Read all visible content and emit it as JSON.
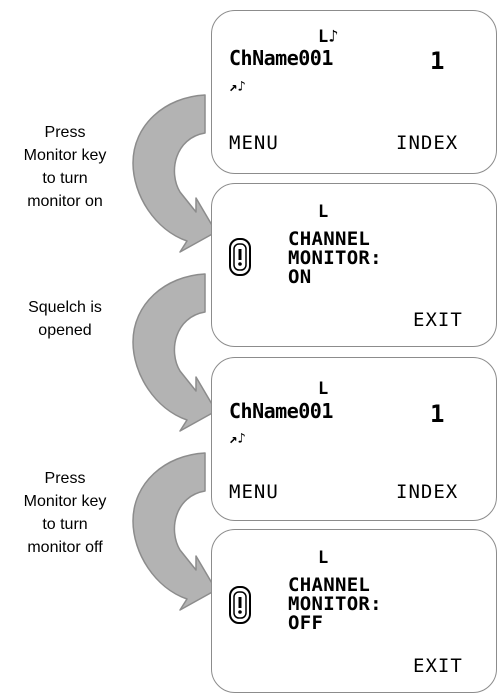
{
  "captions": {
    "step1": [
      "Press",
      "Monitor key",
      "to turn",
      "monitor on"
    ],
    "step2": [
      "Squelch is",
      "opened"
    ],
    "step3": [
      "Press",
      "Monitor key",
      "to turn",
      "monitor off"
    ]
  },
  "screen1": {
    "status_top": "L♪",
    "channel_name": "ChName001",
    "channel_number": "1",
    "status_sub": "↗♪",
    "left_softkey": "MENU",
    "right_softkey": "INDEX"
  },
  "screen2": {
    "status_top": "L",
    "message_line1": "CHANNEL",
    "message_line2": "MONITOR:",
    "message_line3": "ON",
    "right_softkey": "EXIT",
    "icon": "monitor-icon"
  },
  "screen3": {
    "status_top": "L",
    "channel_name": "ChName001",
    "channel_number": "1",
    "status_sub": "↗♪",
    "left_softkey": "MENU",
    "right_softkey": "INDEX"
  },
  "screen4": {
    "status_top": "L",
    "message_line1": "CHANNEL",
    "message_line2": "MONITOR:",
    "message_line3": "OFF",
    "right_softkey": "EXIT",
    "icon": "monitor-icon"
  },
  "colors": {
    "arrow_fill": "#b3b3b3",
    "arrow_outline": "#8c8c8c",
    "screen_border": "#8c8c8c"
  }
}
